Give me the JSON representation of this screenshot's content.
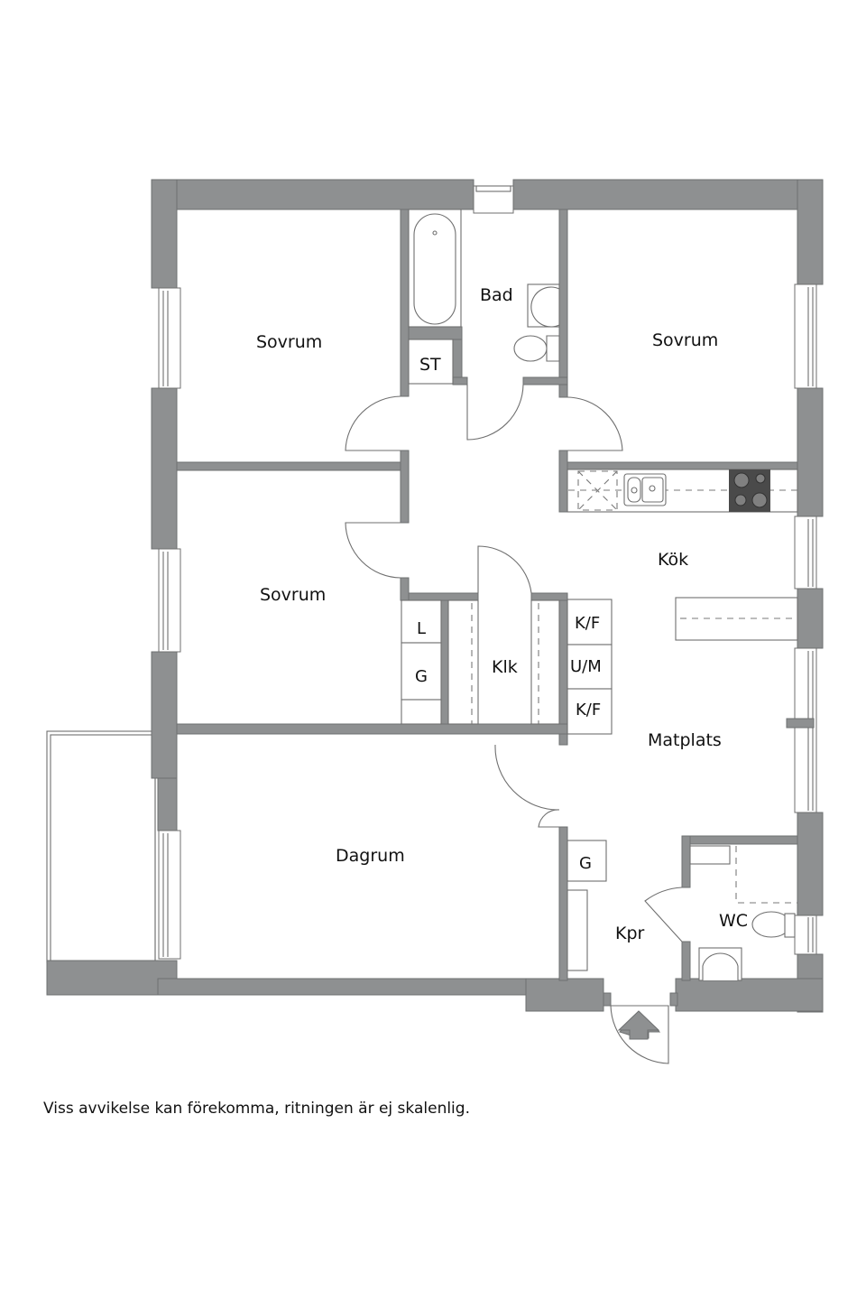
{
  "rooms": {
    "sovrum_top_left": "Sovrum",
    "bad": "Bad",
    "st": "ST",
    "sovrum_top_right": "Sovrum",
    "kok": "Kök",
    "sovrum_middle_left": "Sovrum",
    "l": "L",
    "g_closet": "G",
    "klk": "Klk",
    "kf_top": "K/F",
    "um": "U/M",
    "kf_bottom": "K/F",
    "matplats": "Matplats",
    "dagrum": "Dagrum",
    "g_hall": "G",
    "kpr": "Kpr",
    "wc": "WC"
  },
  "icons": {
    "entrance": "entrance-arrow-icon",
    "stove": "stove-icon",
    "sink": "kitchen-sink-icon",
    "bathtub": "bathtub-icon",
    "toilet": "toilet-icon",
    "washbasin": "washbasin-icon"
  },
  "colors": {
    "wall": "#8e9091",
    "stove": "#4a4a4a",
    "background": "#ffffff"
  },
  "caption": "Viss avvikelse kan förekomma, ritningen är ej skalenlig."
}
